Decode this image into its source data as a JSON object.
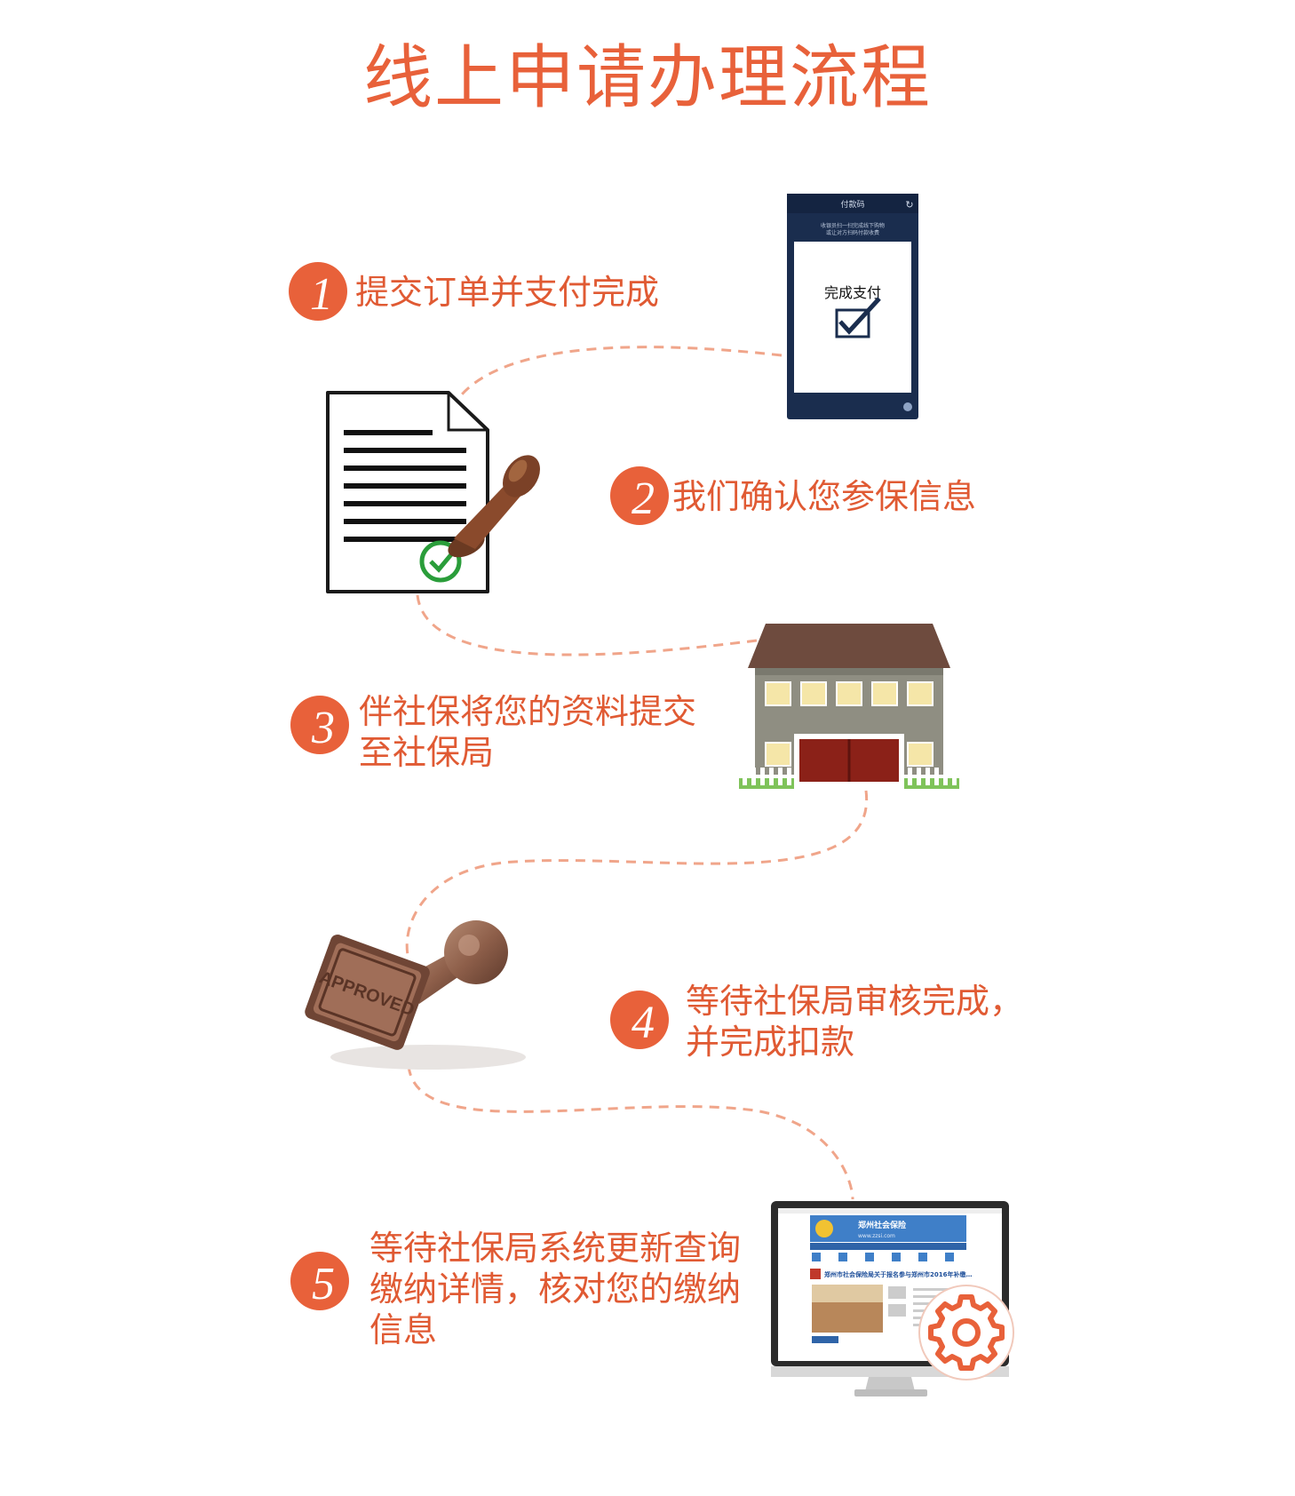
{
  "title": "线上申请办理流程",
  "colors": {
    "accent": "#e8613a",
    "text": "#e05a33"
  },
  "phone": {
    "header": "付款码",
    "desc_line1": "收银员扫一扫完成线下购物",
    "desc_line2": "或让对方扫码付款收费",
    "card_text": "完成支付"
  },
  "steps": [
    {
      "number": "1",
      "text": "提交订单并支付完成"
    },
    {
      "number": "2",
      "text": "我们确认您参保信息"
    },
    {
      "number": "3",
      "text": "伴社保将您的资料提交\n至社保局"
    },
    {
      "number": "4",
      "text": "等待社保局审核完成，\n并完成扣款"
    },
    {
      "number": "5",
      "text": "等待社保局系统更新查询\n缴纳详情，核对您的缴纳\n信息"
    }
  ],
  "stamp_text": "APPROVED",
  "website": {
    "banner": "郑州社会保险",
    "url": "www.zzsi.com",
    "headline": "郑州市社会保险局关于报名参与郑州市2016年补缴…"
  },
  "icons": {
    "document": "document-approved-icon",
    "phone": "payment-phone-icon",
    "building": "social-security-building-icon",
    "stamp": "approved-stamp-icon",
    "monitor": "website-monitor-icon",
    "gear": "gear-icon"
  }
}
